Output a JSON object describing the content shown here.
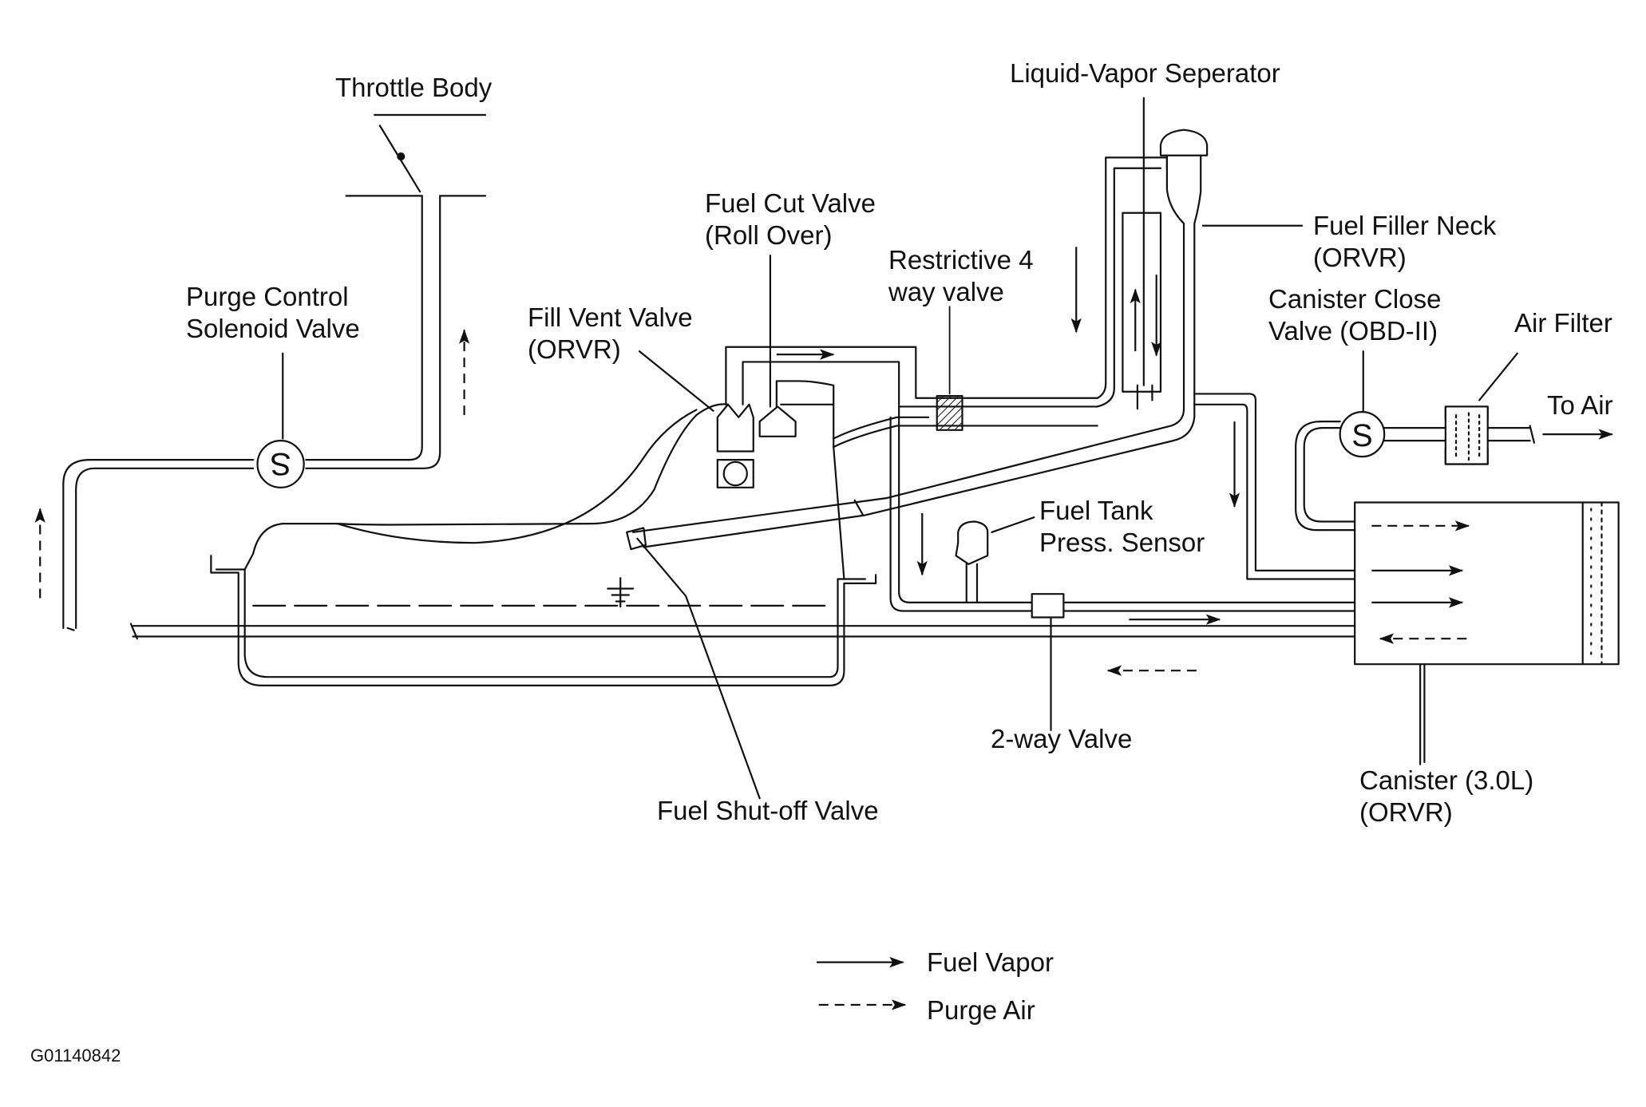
{
  "labels": {
    "throttle_body": "Throttle Body",
    "purge_solenoid": [
      "Purge Control",
      "Solenoid Valve"
    ],
    "fill_vent_valve": [
      "Fill Vent Valve",
      "(ORVR)"
    ],
    "fuel_cut_valve": [
      "Fuel Cut Valve",
      "(Roll Over)"
    ],
    "restrictive_valve": [
      "Restrictive 4",
      "way valve"
    ],
    "liquid_vapor_separator": "Liquid-Vapor Seperator",
    "fuel_filler_neck": [
      "Fuel Filler Neck",
      "(ORVR)"
    ],
    "canister_close_valve": [
      "Canister Close",
      "Valve (OBD-II)"
    ],
    "air_filter": "Air Filter",
    "to_air": "To Air",
    "fuel_tank_press_sensor": [
      "Fuel Tank",
      "Press. Sensor"
    ],
    "two_way_valve": "2-way Valve",
    "canister": [
      "Canister (3.0L)",
      "(ORVR)"
    ],
    "fuel_shutoff_valve": "Fuel Shut-off Valve",
    "solenoid_symbol": "S"
  },
  "legend": {
    "fuel_vapor": "Fuel Vapor",
    "purge_air": "Purge Air"
  },
  "figure_code": "G01140842"
}
